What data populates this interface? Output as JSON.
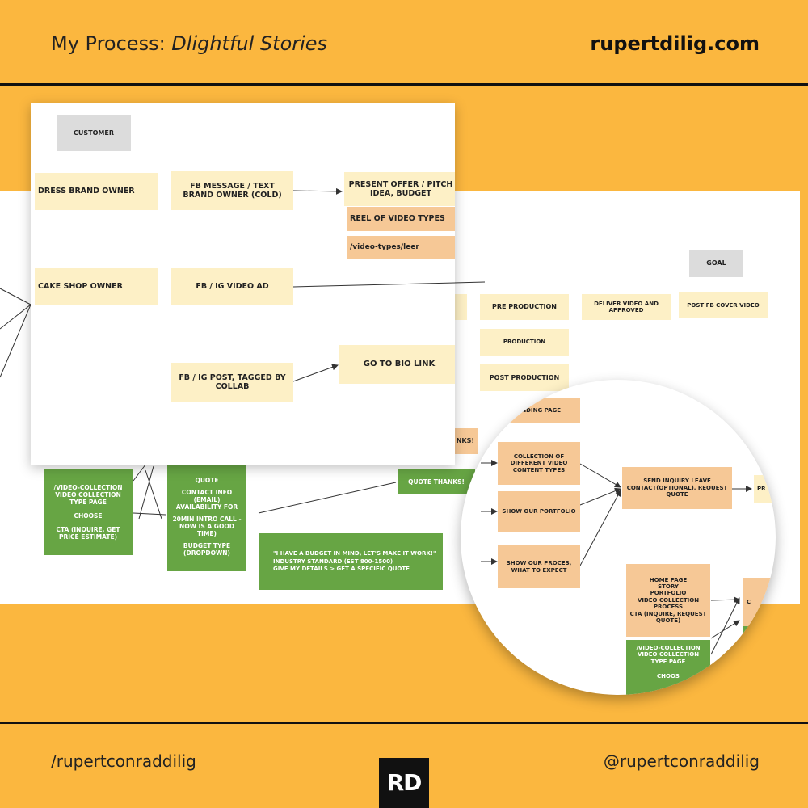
{
  "header": {
    "title_prefix": "My Process: ",
    "title_italic": "Dlightful Stories",
    "site": "rupertdilig.com"
  },
  "footer": {
    "left": "/rupertconraddilig",
    "right": "@rupertconraddilig",
    "logo": "RD"
  },
  "front": {
    "customer": "customer",
    "dress_owner": "Dress brand owner",
    "fb_message": "FB message / text brand owner (cold)",
    "present_offer": "Present offer / pitch idea, budget",
    "reel": "REEL of video types",
    "video_types_link": "/video-types/leer",
    "cake_owner": "Cake shop owner",
    "fb_ig_ad": "FB / IG video ad",
    "fb_ig_post": "FB / IG post, tagged by collab",
    "bio_link": "Go to BIO Link"
  },
  "back": {
    "goal": "goal",
    "pre_production": "Pre production",
    "deliver": "Deliver video and approved",
    "post_cover": "Post FB cover video",
    "production": "production",
    "post_production": "Post production",
    "thanks_partial": "nks!",
    "video_collection": [
      "/video-collection",
      "Video Collection",
      "type page",
      "choose",
      "CTA (INQUIRE, GET PRICE ESTIMATE)"
    ],
    "form_fields": [
      "quote",
      "Contact info (email)",
      "Availability for",
      "20min intro call - now is a good time)",
      "Budget type (dropdown)"
    ],
    "quote_thanks": "QUOTE THANKS!",
    "budget_options": [
      "\"I have a budget in mind, let's make it work!\"",
      "Industry standard (est 800-1500)",
      "Give my details > get a specific quote"
    ]
  },
  "zoom": {
    "landing_page": "anding page",
    "collection_types": "Collection of DIfferent video content types",
    "portfolio": "Show our portfolio",
    "process": "Show our proces, what to expect",
    "send_inquiry": "SEND Inquiry leave contact(optional), request quote",
    "pr_partial": "Pr",
    "home_page": [
      "Home Page",
      "story",
      "Portfolio",
      "Video collection",
      "Process",
      "CTA (Inquire, request quote)"
    ],
    "video_collection": [
      "/video-collection",
      "VIdeo Collection",
      "type page",
      "choos"
    ],
    "c_partial": "C"
  }
}
